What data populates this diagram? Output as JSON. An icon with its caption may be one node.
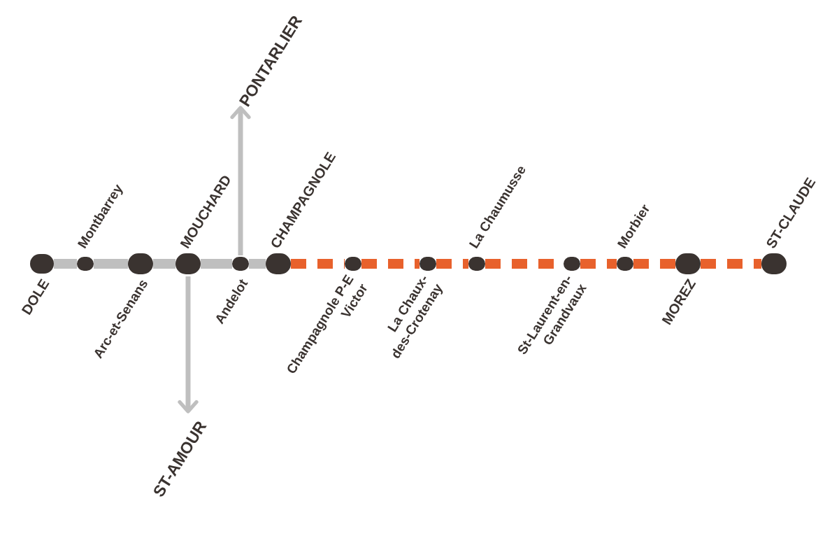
{
  "diagram": {
    "nodes": [
      {
        "text": [
          "DOLE"
        ]
      },
      {
        "text": [
          "Montbarrey"
        ]
      },
      {
        "text": [
          "Arc-et-Senans"
        ]
      },
      {
        "text": [
          "MOUCHARD"
        ]
      },
      {
        "text": [
          "Andelot"
        ]
      },
      {
        "text": [
          "CHAMPAGNOLE"
        ]
      },
      {
        "text": [
          "Champagnole P-E Victor"
        ]
      },
      {
        "text": [
          "La Chaux-des-Crotenay"
        ]
      },
      {
        "text": [
          "La Chaumusse"
        ]
      },
      {
        "text": [
          "St-Laurent-en-Grandvaux"
        ]
      },
      {
        "text": [
          "Morbier"
        ]
      },
      {
        "text": [
          "MOREZ"
        ]
      },
      {
        "text": [
          "ST-CLAUDE"
        ]
      },
      {
        "text": [
          "PONTARLIER"
        ]
      },
      {
        "text": [
          "ST-AMOUR"
        ]
      }
    ],
    "edges": [
      {
        "from": 0,
        "to": 1,
        "arrow": "none"
      },
      {
        "from": 1,
        "to": 2,
        "arrow": "none"
      },
      {
        "from": 2,
        "to": 3,
        "arrow": "none"
      },
      {
        "from": 3,
        "to": 4,
        "arrow": "none"
      },
      {
        "from": 4,
        "to": 5,
        "arrow": "none"
      },
      {
        "from": 4,
        "to": 13,
        "arrow": "to"
      },
      {
        "from": 3,
        "to": 14,
        "arrow": "to"
      },
      {
        "from": 5,
        "to": 6,
        "arrow": "none",
        "style": "dashed",
        "color": "#e8612c"
      },
      {
        "from": 6,
        "to": 7,
        "arrow": "none",
        "style": "dashed",
        "color": "#e8612c"
      },
      {
        "from": 7,
        "to": 8,
        "arrow": "none",
        "style": "dashed",
        "color": "#e8612c"
      },
      {
        "from": 8,
        "to": 9,
        "arrow": "none",
        "style": "dashed",
        "color": "#e8612c"
      },
      {
        "from": 9,
        "to": 10,
        "arrow": "none",
        "style": "dashed",
        "color": "#e8612c"
      },
      {
        "from": 10,
        "to": 11,
        "arrow": "none",
        "style": "dashed",
        "color": "#e8612c"
      },
      {
        "from": 11,
        "to": 12,
        "arrow": "none",
        "style": "dashed",
        "color": "#e8612c"
      }
    ]
  }
}
